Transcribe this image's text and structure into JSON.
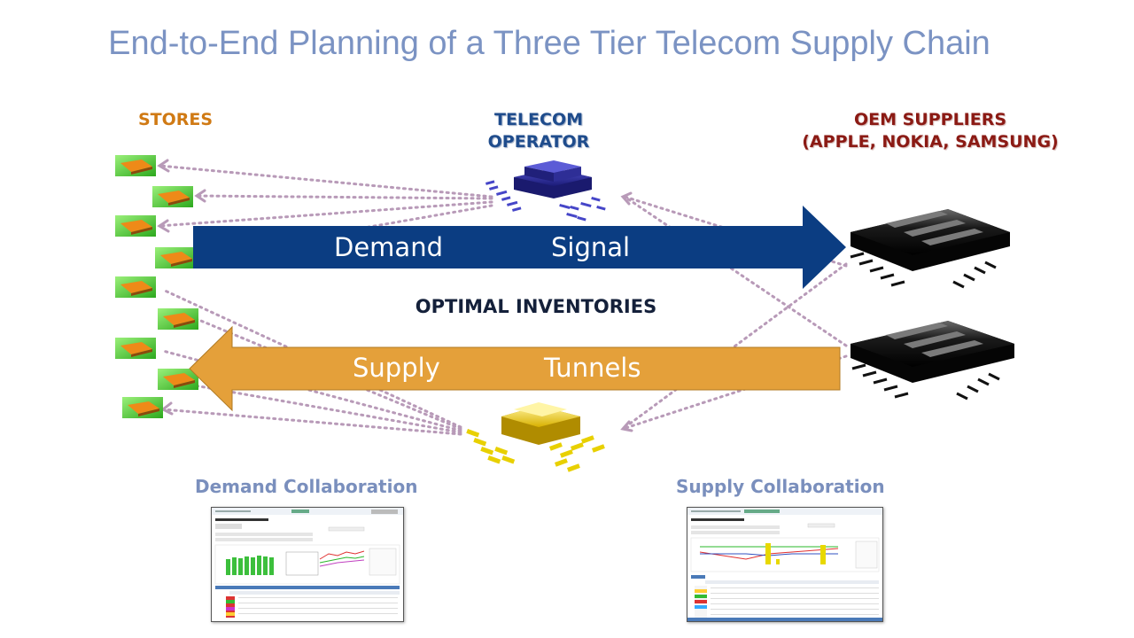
{
  "title": "End-to-End Planning of a Three Tier Telecom Supply Chain",
  "stores_label": "STORES",
  "telecom_label": [
    "TELECOM",
    "OPERATOR"
  ],
  "oem_label": [
    "OEM SUPPLIERS",
    "(APPLE, NOKIA, SAMSUNG)"
  ],
  "demand_arrow": {
    "word1": "Demand",
    "word2": "Signal",
    "color": "#0b3d82"
  },
  "supply_arrow": {
    "word1": "Supply",
    "word2": "Tunnels",
    "color": "#e4a03a"
  },
  "center_label": "OPTIMAL INVENTORIES",
  "demand_collab_label": "Demand Collaboration",
  "supply_collab_label": "Supply Collaboration",
  "colors": {
    "title": "#7b93c3",
    "stores": "#d07a14",
    "telecom": "#1f4c8c",
    "oem": "#8b1a14",
    "dotted_lines": "#b89ab8",
    "collab_labels": "#7a8fbd",
    "store_tile_green": "#3fc02c",
    "store_tile_orange": "#e78a16"
  },
  "icons": [
    "store-tile-icon",
    "telecom-server-icon",
    "oem-chip-icon",
    "distribution-chip-icon"
  ]
}
